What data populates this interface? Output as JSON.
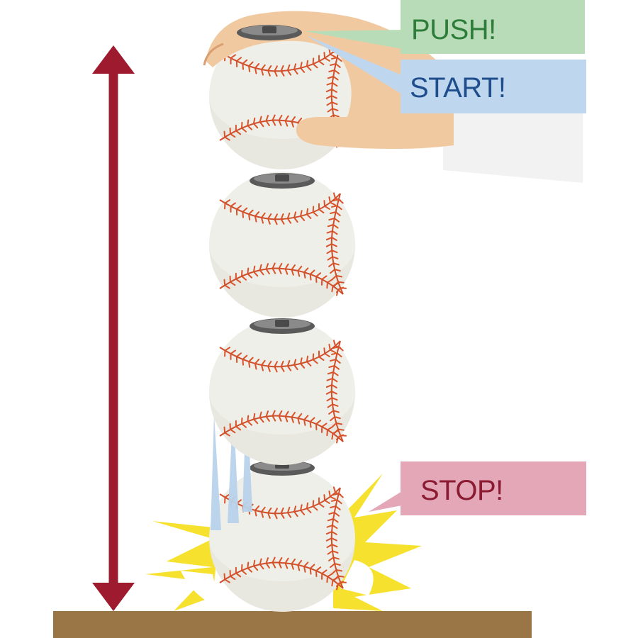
{
  "callouts": {
    "push": {
      "text": "PUSH!",
      "fill": "#b9dcb8",
      "text_color": "#2e7d3a"
    },
    "start": {
      "text": "START!",
      "fill": "#bfd6ef",
      "text_color": "#1f4e8c"
    },
    "stop": {
      "text": "STOP!",
      "fill": "#e3a7b7",
      "text_color": "#8a1b32"
    }
  },
  "colors": {
    "arrow": "#9e1b2f",
    "ground": "#9a7646",
    "ball": "#efefe9",
    "ball_shadow": "#dcdcd2",
    "stitch": "#d9532a",
    "seam": "#cf4d2a",
    "hand": "#f1c9a0",
    "sleeve": "#f2f2f2",
    "impact": "#f6e12e",
    "sensor": "#666666",
    "motion_lines": "#b9d3ec"
  },
  "icons": {
    "arrow": "double-headed-arrow",
    "hand": "hand-icon",
    "ball": "baseball-icon",
    "sensor": "sensor-device-icon",
    "impact": "impact-burst-icon"
  }
}
